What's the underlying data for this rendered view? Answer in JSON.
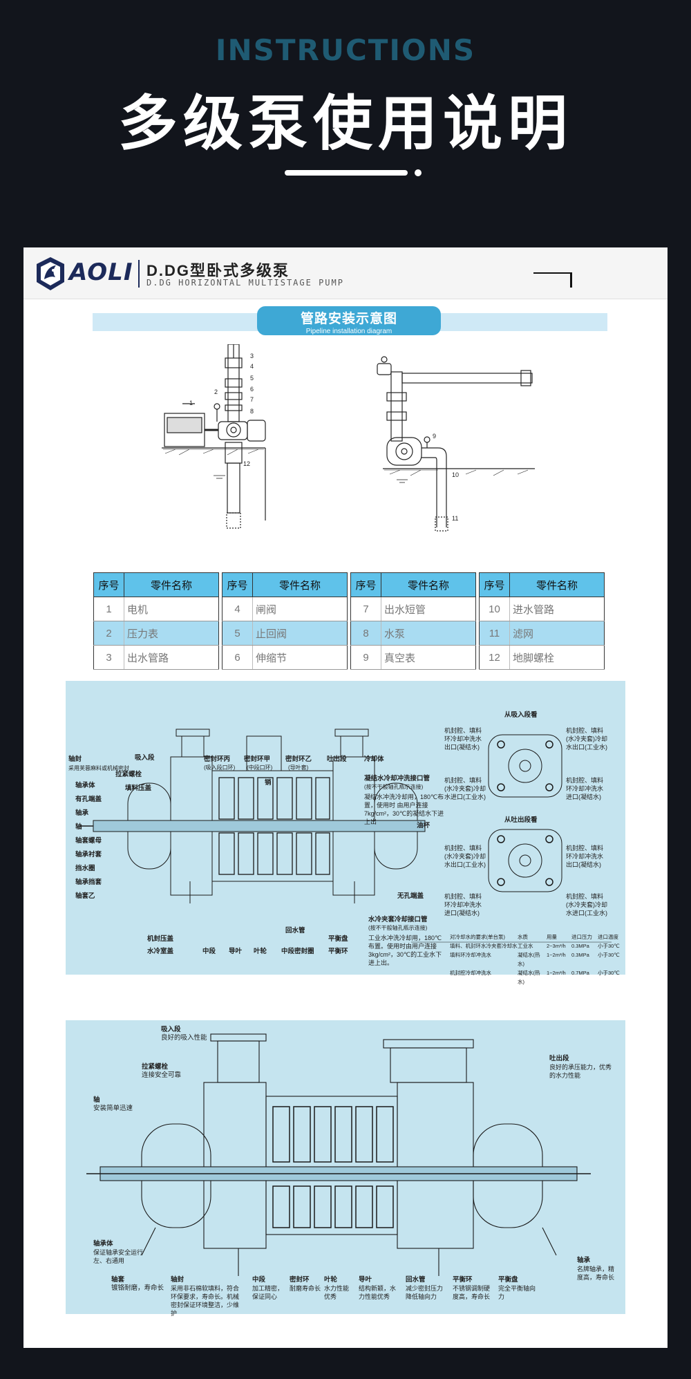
{
  "hero": {
    "title_en": "INSTRUCTIONS",
    "title_cn": "多级泵使用说明"
  },
  "brand": {
    "logo_text": "AOLI",
    "model_title": "D.DG型卧式多级泵",
    "model_subtitle": "D.DG HORIZONTAL MULTISTAGE PUMP"
  },
  "pipeline": {
    "title_cn": "管路安装示意图",
    "title_en": "Pipeline installation diagram",
    "callouts_left": [
      "1",
      "2",
      "3",
      "4",
      "5",
      "6",
      "7",
      "8",
      "12"
    ],
    "callouts_right": [
      "9",
      "10",
      "11"
    ]
  },
  "parts_table": {
    "header_num": "序号",
    "header_name": "零件名称",
    "groups": [
      [
        [
          "1",
          "电机"
        ],
        [
          "2",
          "压力表"
        ],
        [
          "3",
          "出水管路"
        ]
      ],
      [
        [
          "4",
          "闸阀"
        ],
        [
          "5",
          "止回阀"
        ],
        [
          "6",
          "伸缩节"
        ]
      ],
      [
        [
          "7",
          "出水短管"
        ],
        [
          "8",
          "水泵"
        ],
        [
          "9",
          "真空表"
        ]
      ],
      [
        [
          "10",
          "进水管路"
        ],
        [
          "11",
          "滤网"
        ],
        [
          "12",
          "地脚螺栓"
        ]
      ]
    ]
  },
  "section1": {
    "left_labels": [
      "轴封",
      "采用芙蓉麻料或机械密封",
      "轴承体",
      "有孔端盖",
      "轴承",
      "轴",
      "轴套螺母",
      "轴承衬套",
      "挡水圈",
      "轴承挡套",
      "轴套乙"
    ],
    "top_labels": [
      "吸入段",
      "拉紧螺栓",
      "填料压盖",
      "密封环丙",
      "(吸入段口环)",
      "密封环甲",
      "(中段口环)",
      "密封环乙",
      "(导叶套)",
      "吐出段",
      "冷却体",
      "销"
    ],
    "bottom_labels": [
      "机封压盖",
      "水冷室盖",
      "中段",
      "导叶",
      "叶轮",
      "中段密封圈",
      "回水管",
      "平衡盘",
      "平衡环"
    ],
    "right_labels": [
      "凝结水冷却冲洗接口管",
      "(按不干般轴孔瓶示连接)",
      "凝结水冲洗冷却用，180℃布置，使用时 由用户连接7kg/cm²，30℃的凝结水下进上出",
      "油杯",
      "无孔端盖",
      "水冷夹套冷却接口管",
      "(按不干般轴孔瓶示连接)",
      "工业水冲洗冷却用，180℃布置。使用时由用户连接3kg/cm²，30℃的工业水下进上出。"
    ],
    "view_suction": "从吸入段看",
    "view_discharge": "从吐出段看",
    "view_labels": [
      "机封腔、填料环冷却冲洗水出口(凝结水)",
      "机封腔、填料(水冷夹套)冷却水出口(工业水)",
      "机封腔、填料(水冷夹套)冷却水进口(工业水)",
      "机封腔、填料环冷却冲洗水进口(凝结水)"
    ],
    "cooling_table": {
      "header": [
        "对冷却水的要求(单台泵)",
        "水质",
        "用量",
        "进口压力",
        "进口温度"
      ],
      "rows": [
        [
          "填料、机封环水冷夹套冷却水",
          "工业水",
          "2~3m³/h",
          "0.3MPa",
          "小于30℃"
        ],
        [
          "填料环冷却冲洗水",
          "凝结水(热水)",
          "1~2m³/h",
          "0.3MPa",
          "小于30℃"
        ],
        [
          "机封腔冷却冲洗水",
          "凝结水(热水)",
          "1~2m³/h",
          "0.7MPa",
          "小于30℃"
        ]
      ]
    }
  },
  "section2": {
    "labels": [
      [
        "吸入段",
        "良好的吸入性能"
      ],
      [
        "拉紧螺栓",
        "连接安全可靠"
      ],
      [
        "轴",
        "安装简单迅速"
      ],
      [
        "吐出段",
        "良好的承压能力，优秀的水力性能"
      ],
      [
        "轴承体",
        "保证轴承安全运行左、右通用"
      ],
      [
        "轴套",
        "镀铬耐磨，寿命长"
      ],
      [
        "轴封",
        "采用非石棉软填料，符合环保要求，寿命长。机械密封保证环境整洁，少维护"
      ],
      [
        "中段",
        "加工精密，保证同心"
      ],
      [
        "密封环",
        "耐磨寿命长"
      ],
      [
        "叶轮",
        "水力性能优秀"
      ],
      [
        "导叶",
        "结构新颖，水力性能优秀"
      ],
      [
        "回水管",
        "减少密封压力降低轴向力"
      ],
      [
        "平衡环",
        "不锈钢调制硬度高，寿命长"
      ],
      [
        "平衡盘",
        "完全平衡轴向力"
      ],
      [
        "轴承",
        "名牌轴承，精度高，寿命长"
      ]
    ]
  },
  "colors": {
    "background": "#12151c",
    "accent": "#3ea8d5",
    "panel": "#c5e4ef",
    "table_head": "#5fc2ea",
    "table_alt": "#a9dcf2"
  }
}
